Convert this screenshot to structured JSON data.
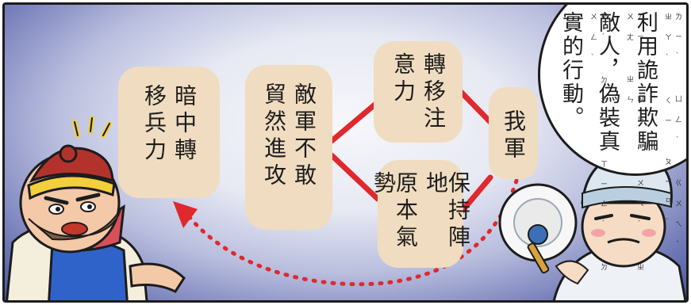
{
  "boxes": {
    "left": [
      "暗中轉",
      "移兵力"
    ],
    "middle": [
      "敵軍不敢",
      "貿然進攻"
    ],
    "top": [
      "轉移注",
      "意力"
    ],
    "bottom": [
      "保持陣地",
      "原本氣勢"
    ],
    "right": [
      "我軍"
    ]
  },
  "bubble": {
    "lines": [
      "利用詭詐欺騙",
      "敵人，偽裝真",
      "實的行動。"
    ],
    "zhuyin": [
      "ㄌㄧˋ ㄩㄥˋ ㄍㄨㄟˇ ㄓㄚˋ ㄑㄧ ㄆㄧㄢˋ",
      "ㄉㄧˊ ㄖㄣˊ ㄨㄟˋ ㄓㄨㄤ ㄓㄣ",
      "ㄕˊ ㄉㄜ˙ ㄒㄧㄥˊ ㄉㄨㄥˋ"
    ]
  },
  "colors": {
    "box_fill": "#f0dcc0",
    "connector_red": "#e0282d",
    "dotted_arrow": "#e0282d",
    "sky_dark": "#4a56a0"
  }
}
